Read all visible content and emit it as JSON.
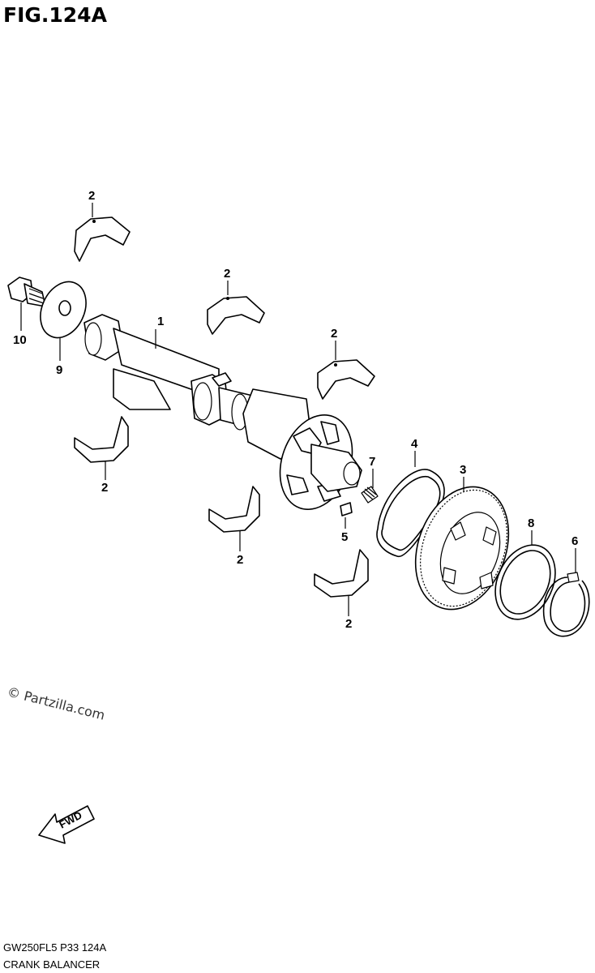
{
  "header": {
    "figure_title": "FIG.124A"
  },
  "callouts": {
    "balancer_shaft": "1",
    "bearing_top_left": "2",
    "bearing_top_mid": "2",
    "bearing_top_right": "2",
    "bearing_bottom_left": "2",
    "bearing_bottom_mid": "2",
    "bearing_bottom_right": "2",
    "driven_gear": "3",
    "o_ring": "4",
    "key": "5",
    "circlip": "6",
    "spring": "7",
    "washer_8": "8",
    "washer_9": "9",
    "bolt": "10"
  },
  "watermark": {
    "text": "© Partzilla.com"
  },
  "fwd_arrow": {
    "label": "FWD"
  },
  "footer": {
    "model_code": "GW250FL5  P33  124A",
    "caption": "CRANK BALANCER"
  }
}
